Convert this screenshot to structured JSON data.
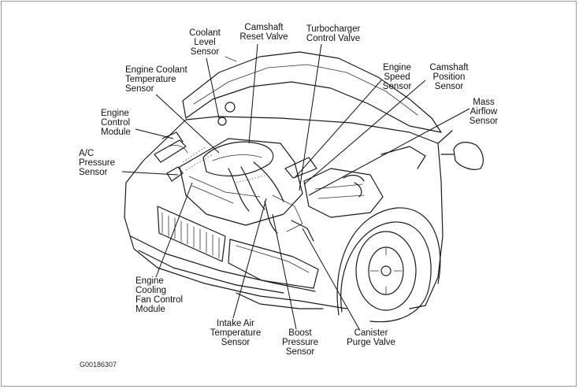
{
  "labels": {
    "coolant_level_sensor": "Coolant\nLevel\nSensor",
    "camshaft_reset_valve": "Camshaft\nReset Valve",
    "turbocharger_control_valve": "Turbocharger\nControl Valve",
    "engine_speed_sensor": "Engine\nSpeed\nSensor",
    "camshaft_position_sensor": "Camshaft\nPosition\nSensor",
    "mass_airflow_sensor": "Mass\nAirflow\nSensor",
    "engine_coolant_temperature_sensor": "Engine Coolant\nTemperature\nSensor",
    "engine_control_module": "Engine\nControl\nModule",
    "ac_pressure_sensor": "A/C\nPressure\nSensor",
    "engine_cooling_fan_control_module": "Engine\nCooling\nFan Control\nModule",
    "intake_air_temperature_sensor": "Intake Air\nTemperature\nSensor",
    "boost_pressure_sensor": "Boost\nPressure\nSensor",
    "canister_purge_valve": "Canister\nPurge Valve"
  },
  "figure_code": "G00186307",
  "colors": {
    "ink": "#111111",
    "frame": "#9a9a9a",
    "background": "#ffffff"
  }
}
